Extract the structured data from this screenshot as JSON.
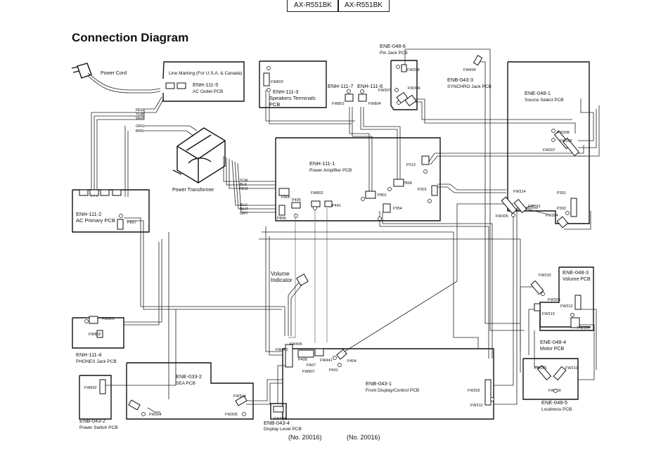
{
  "header": {
    "model_left": "AX-R551BK",
    "model_right": "AX-R551BK"
  },
  "title": "Connection Diagram",
  "footer": {
    "left": "(No. 20016)",
    "right": "(No. 20016)"
  },
  "labels": {
    "power_cord": "Power Cord",
    "line_marking": "Line Marking (For U.S.A. & Canada)",
    "outlet_code": "ENH-111-5",
    "outlet_name": "AC Outlet PCB",
    "speakers_code": "ENH-111-3",
    "speakers_name1": "Speakers  Terminals",
    "speakers_name2": "PCB",
    "enh7": "ENH-111-7",
    "enh6": "ENH-111-6",
    "pinjack_code": "ENE-048-6",
    "pinjack_name": "Pin Jack PCB",
    "synchro_code": "ENB-043-3",
    "synchro_name": "SYNCHRO Jack PCB",
    "source_code": "ENE-048-1",
    "source_name": "Source Select PCB",
    "amp_code": "ENH-111-1",
    "amp_name": "Power Amplifier PCB",
    "transformer": "Power Transformer",
    "primary_code": "ENH-111-2",
    "primary_name": "AC Primary PCB",
    "volume_ind1": "Volume",
    "volume_ind2": "Indicator",
    "volume_code": "ENE-048-3",
    "volume_name": "Volume PCB",
    "motor_code": "ENE-048-4",
    "motor_name": "Motor PCB",
    "phones_code": "ENH-111-4",
    "phones_name": "PHONES Jack PCB",
    "sea_code": "ENE-033-2",
    "sea_name": "SEA PCB",
    "front_code": "ENB-043-1",
    "front_name": "Front Display/Control PCB",
    "loud_code": "ENE-048-5",
    "loud_name": "Loudness PCB",
    "power_sw_code": "ENB-043-2",
    "power_sw_name": "Power Switch PCB",
    "display_code": "ENB-043-4",
    "display_name": "Display Level PCB"
  },
  "wire_colors": {
    "top": [
      "RED",
      "YLW",
      "WHT"
    ],
    "mid": [
      "ORG",
      "BRN"
    ],
    "amp_a": [
      "YLW",
      "BLK",
      "RED"
    ],
    "amp_b": [
      "BLU",
      "WHT",
      "GRY"
    ]
  },
  "connectors": {
    "fw803a": "FW803",
    "fw801": "FW801",
    "fw804": "FW804",
    "fw307a": "FW307",
    "fw308a": "FW308",
    "fw306a": "FW306",
    "fw404": "FW404",
    "fw308b": "FW308",
    "fw306b": "FW306",
    "fw307b": "FW307",
    "p313": "P313",
    "p804": "P804",
    "p301": "P301",
    "p801": "P801",
    "p354": "P354",
    "p805": "P805",
    "p806": "P806",
    "p405": "P405",
    "fw802a": "FW802",
    "p441": "P441",
    "p807": "P807",
    "fw314a": "FW314",
    "fw305a": "FW305",
    "fw391a": "FW391",
    "fw304a": "FW304",
    "p302": "P302",
    "p301b": "P301",
    "fw310a": "FW310",
    "fw309a": "FW309",
    "fw312": "FW312",
    "fw313": "FW313",
    "fw354": "FW354",
    "fw803b": "FW803",
    "fw802b": "FW802",
    "fw402": "FW402",
    "fw405": "FW405",
    "p406": "P406",
    "p407": "P407",
    "fw441": "FW441",
    "p401": "P401",
    "p404": "P404",
    "fw807": "FW807",
    "fw314b": "FW314",
    "fw305b": "FW305",
    "fw304b": "FW304",
    "fw407": "FW407",
    "fw302": "FW302",
    "fw312b": "FW312",
    "fw391b": "FW391",
    "fw310b": "FW310",
    "fw309b": "FW309",
    "fw602": "FW602"
  }
}
